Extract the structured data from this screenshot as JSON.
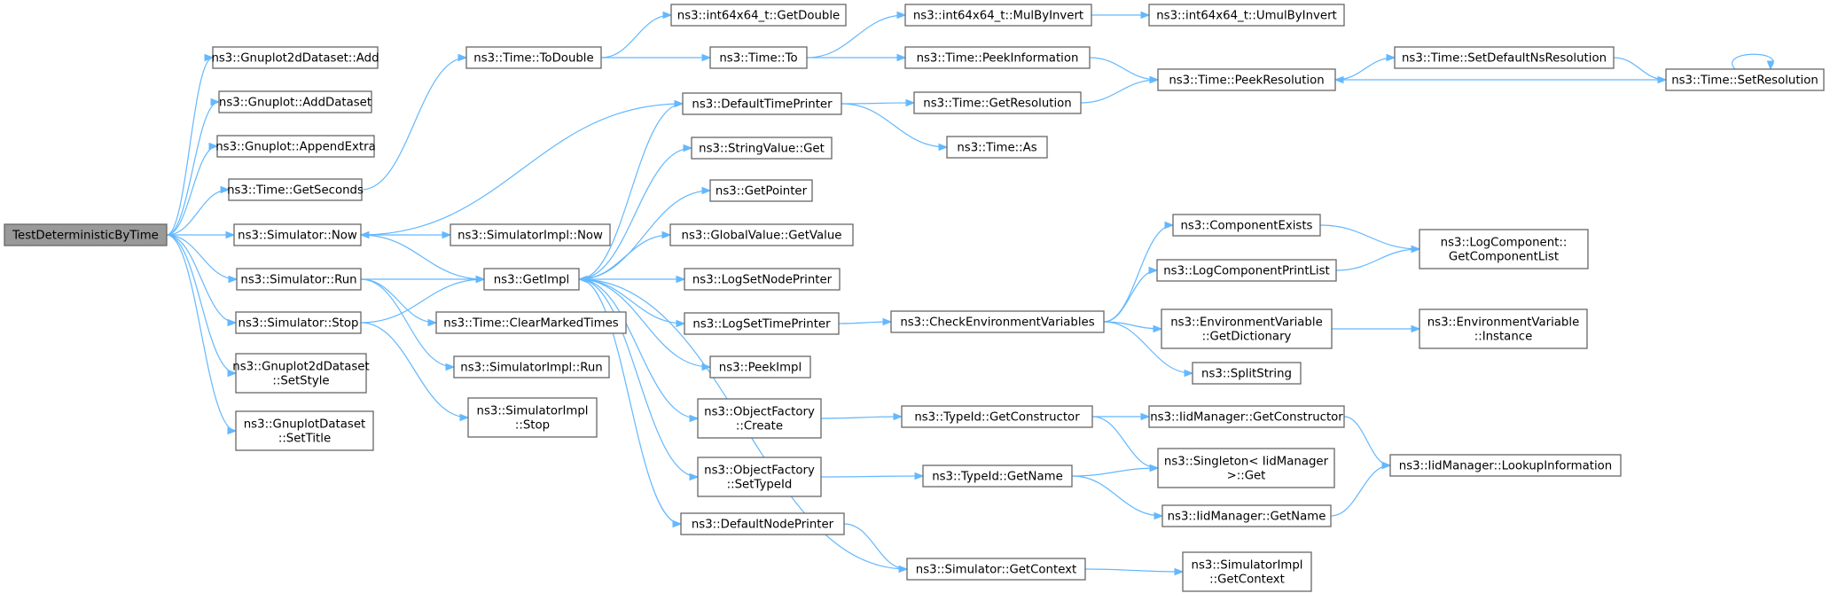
{
  "graph": {
    "title": "TestDeterministicByTime",
    "colors": {
      "edge": "#63b8ff",
      "node_border": "#666666",
      "root_fill": "#999999",
      "node_fill": "#ffffff"
    },
    "nodes": [
      {
        "id": "root",
        "lines": [
          "TestDeterministicByTime"
        ]
      },
      {
        "id": "g2dAdd",
        "lines": [
          "ns3::Gnuplot2dDataset::Add"
        ]
      },
      {
        "id": "gAddDs",
        "lines": [
          "ns3::Gnuplot::AddDataset"
        ]
      },
      {
        "id": "gAppend",
        "lines": [
          "ns3::Gnuplot::AppendExtra"
        ]
      },
      {
        "id": "tGetSec",
        "lines": [
          "ns3::Time::GetSeconds"
        ]
      },
      {
        "id": "simNow",
        "lines": [
          "ns3::Simulator::Now"
        ]
      },
      {
        "id": "simRun",
        "lines": [
          "ns3::Simulator::Run"
        ]
      },
      {
        "id": "simStop",
        "lines": [
          "ns3::Simulator::Stop"
        ]
      },
      {
        "id": "g2dStyle",
        "lines": [
          "ns3::Gnuplot2dDataset",
          "::SetStyle"
        ]
      },
      {
        "id": "gdsTitle",
        "lines": [
          "ns3::GnuplotDataset",
          "::SetTitle"
        ]
      },
      {
        "id": "tToDouble",
        "lines": [
          "ns3::Time::ToDouble"
        ]
      },
      {
        "id": "simImplNow",
        "lines": [
          "ns3::SimulatorImpl::Now"
        ]
      },
      {
        "id": "getImpl",
        "lines": [
          "ns3::GetImpl"
        ]
      },
      {
        "id": "tClear",
        "lines": [
          "ns3::Time::ClearMarkedTimes"
        ]
      },
      {
        "id": "simImplRun",
        "lines": [
          "ns3::SimulatorImpl::Run"
        ]
      },
      {
        "id": "simImplStop",
        "lines": [
          "ns3::SimulatorImpl",
          "::Stop"
        ]
      },
      {
        "id": "i64GetDouble",
        "lines": [
          "ns3::int64x64_t::GetDouble"
        ]
      },
      {
        "id": "tTo",
        "lines": [
          "ns3::Time::To"
        ]
      },
      {
        "id": "defTimePrinter",
        "lines": [
          "ns3::DefaultTimePrinter"
        ]
      },
      {
        "id": "strValGet",
        "lines": [
          "ns3::StringValue::Get"
        ]
      },
      {
        "id": "getPointer",
        "lines": [
          "ns3::GetPointer"
        ]
      },
      {
        "id": "gvGetValue",
        "lines": [
          "ns3::GlobalValue::GetValue"
        ]
      },
      {
        "id": "logSetNode",
        "lines": [
          "ns3::LogSetNodePrinter"
        ]
      },
      {
        "id": "logSetTime",
        "lines": [
          "ns3::LogSetTimePrinter"
        ]
      },
      {
        "id": "peekImpl",
        "lines": [
          "ns3::PeekImpl"
        ]
      },
      {
        "id": "ofCreate",
        "lines": [
          "ns3::ObjectFactory",
          "::Create"
        ]
      },
      {
        "id": "ofSetType",
        "lines": [
          "ns3::ObjectFactory",
          "::SetTypeId"
        ]
      },
      {
        "id": "defNodePrinter",
        "lines": [
          "ns3::DefaultNodePrinter"
        ]
      },
      {
        "id": "i64MulByInv",
        "lines": [
          "ns3::int64x64_t::MulByInvert"
        ]
      },
      {
        "id": "tPeekInfo",
        "lines": [
          "ns3::Time::PeekInformation"
        ]
      },
      {
        "id": "tGetRes",
        "lines": [
          "ns3::Time::GetResolution"
        ]
      },
      {
        "id": "tAs",
        "lines": [
          "ns3::Time::As"
        ]
      },
      {
        "id": "checkEnv",
        "lines": [
          "ns3::CheckEnvironmentVariables"
        ]
      },
      {
        "id": "tidGetCtor",
        "lines": [
          "ns3::TypeId::GetConstructor"
        ]
      },
      {
        "id": "tidGetName",
        "lines": [
          "ns3::TypeId::GetName"
        ]
      },
      {
        "id": "simGetCtx",
        "lines": [
          "ns3::Simulator::GetContext"
        ]
      },
      {
        "id": "i64UmulByInv",
        "lines": [
          "ns3::int64x64_t::UmulByInvert"
        ]
      },
      {
        "id": "tPeekRes",
        "lines": [
          "ns3::Time::PeekResolution"
        ]
      },
      {
        "id": "compExists",
        "lines": [
          "ns3::ComponentExists"
        ]
      },
      {
        "id": "logCompPrint",
        "lines": [
          "ns3::LogComponentPrintList"
        ]
      },
      {
        "id": "envGetDict",
        "lines": [
          "ns3::EnvironmentVariable",
          "::GetDictionary"
        ]
      },
      {
        "id": "splitStr",
        "lines": [
          "ns3::SplitString"
        ]
      },
      {
        "id": "iidGetCtor",
        "lines": [
          "ns3::IidManager::GetConstructor"
        ]
      },
      {
        "id": "singletonGet",
        "lines": [
          "ns3::Singleton< IidManager",
          ">::Get"
        ]
      },
      {
        "id": "iidGetName",
        "lines": [
          "ns3::IidManager::GetName"
        ]
      },
      {
        "id": "simImplGetCtx",
        "lines": [
          "ns3::SimulatorImpl",
          "::GetContext"
        ]
      },
      {
        "id": "tSetDefNs",
        "lines": [
          "ns3::Time::SetDefaultNsResolution"
        ]
      },
      {
        "id": "logCompGetList",
        "lines": [
          "ns3::LogComponent::",
          "GetComponentList"
        ]
      },
      {
        "id": "envInstance",
        "lines": [
          "ns3::EnvironmentVariable",
          "::Instance"
        ]
      },
      {
        "id": "iidLookup",
        "lines": [
          "ns3::IidManager::LookupInformation"
        ]
      },
      {
        "id": "tSetRes",
        "lines": [
          "ns3::Time::SetResolution"
        ]
      }
    ],
    "edges": [
      [
        "root",
        "g2dAdd"
      ],
      [
        "root",
        "gAddDs"
      ],
      [
        "root",
        "gAppend"
      ],
      [
        "root",
        "tGetSec"
      ],
      [
        "root",
        "simNow"
      ],
      [
        "root",
        "simRun"
      ],
      [
        "root",
        "simStop"
      ],
      [
        "root",
        "g2dStyle"
      ],
      [
        "root",
        "gdsTitle"
      ],
      [
        "tGetSec",
        "tToDouble"
      ],
      [
        "simNow",
        "simImplNow"
      ],
      [
        "simNow",
        "getImpl"
      ],
      [
        "simRun",
        "getImpl"
      ],
      [
        "simRun",
        "tClear"
      ],
      [
        "simRun",
        "simImplRun"
      ],
      [
        "simStop",
        "getImpl"
      ],
      [
        "simStop",
        "simImplStop"
      ],
      [
        "tToDouble",
        "i64GetDouble"
      ],
      [
        "tToDouble",
        "tTo"
      ],
      [
        "defTimePrinter",
        "simNow"
      ],
      [
        "getImpl",
        "defTimePrinter"
      ],
      [
        "getImpl",
        "strValGet"
      ],
      [
        "getImpl",
        "getPointer"
      ],
      [
        "getImpl",
        "gvGetValue"
      ],
      [
        "getImpl",
        "logSetNode"
      ],
      [
        "getImpl",
        "logSetTime"
      ],
      [
        "getImpl",
        "peekImpl"
      ],
      [
        "getImpl",
        "ofCreate"
      ],
      [
        "getImpl",
        "ofSetType"
      ],
      [
        "getImpl",
        "defNodePrinter"
      ],
      [
        "simGetCtx",
        "getImpl"
      ],
      [
        "tTo",
        "i64MulByInv"
      ],
      [
        "tTo",
        "tPeekInfo"
      ],
      [
        "defTimePrinter",
        "tGetRes"
      ],
      [
        "defTimePrinter",
        "tAs"
      ],
      [
        "logSetTime",
        "checkEnv"
      ],
      [
        "ofCreate",
        "tidGetCtor"
      ],
      [
        "ofSetType",
        "tidGetName"
      ],
      [
        "defNodePrinter",
        "simGetCtx"
      ],
      [
        "i64MulByInv",
        "i64UmulByInv"
      ],
      [
        "tPeekInfo",
        "tPeekRes"
      ],
      [
        "tGetRes",
        "tPeekRes"
      ],
      [
        "checkEnv",
        "compExists"
      ],
      [
        "checkEnv",
        "logCompPrint"
      ],
      [
        "checkEnv",
        "envGetDict"
      ],
      [
        "checkEnv",
        "splitStr"
      ],
      [
        "tidGetCtor",
        "iidGetCtor"
      ],
      [
        "tidGetCtor",
        "singletonGet"
      ],
      [
        "tidGetName",
        "singletonGet"
      ],
      [
        "tidGetName",
        "iidGetName"
      ],
      [
        "simGetCtx",
        "simImplGetCtx"
      ],
      [
        "tPeekRes",
        "tSetDefNs"
      ],
      [
        "tSetDefNs",
        "tSetRes"
      ],
      [
        "tSetRes",
        "tPeekRes"
      ],
      [
        "tSetRes",
        "tSetRes"
      ],
      [
        "compExists",
        "logCompGetList"
      ],
      [
        "logCompPrint",
        "logCompGetList"
      ],
      [
        "envGetDict",
        "envInstance"
      ],
      [
        "iidGetCtor",
        "iidLookup"
      ],
      [
        "iidGetName",
        "iidLookup"
      ]
    ]
  }
}
